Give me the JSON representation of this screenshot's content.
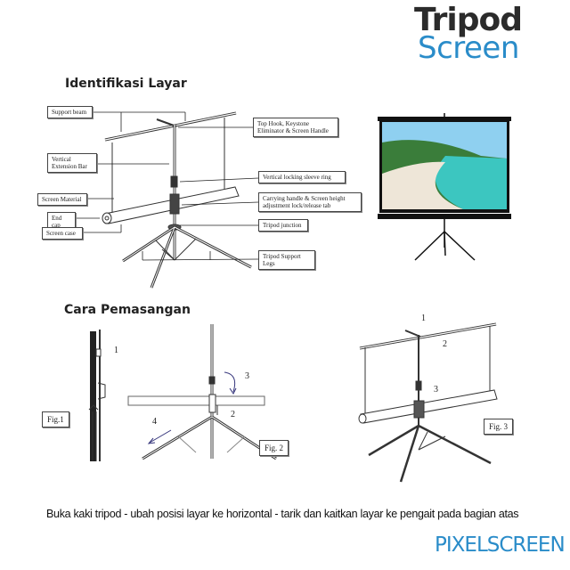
{
  "header": {
    "title_line1": "Tripod",
    "title_line2": "Screen"
  },
  "identification": {
    "heading": "Identifikasi Layar",
    "labels": {
      "support_beam": "Support beam",
      "top_hook": "Top Hook, Keystone Eliminator & Screen Handle",
      "vertical_extension_bar": "Vertical Extension Bar",
      "vertical_locking_ring": "Vertical locking sleeve ring",
      "screen_material": "Screen Material",
      "carrying_handle": "Carrying handle & Screen height adjustment lock/release tab",
      "end_cap": "End cap",
      "tripod_junction": "Tripod junction",
      "screen_case": "Screen case",
      "tripod_legs": "Tripod Support Legs"
    }
  },
  "installation": {
    "heading": "Cara Pemasangan",
    "fig1": {
      "label": "Fig.1",
      "steps": [
        "1"
      ]
    },
    "fig2": {
      "label": "Fig. 2",
      "steps": [
        "3",
        "2",
        "4"
      ]
    },
    "fig3": {
      "label": "Fig. 3",
      "steps": [
        "1",
        "2",
        "3"
      ]
    },
    "caption": "Buka kaki tripod - ubah posisi layar ke horizontal - tarik dan kaitkan layar ke pengait pada bagian atas"
  },
  "brand": {
    "name": "PIXELSCREEN",
    "color": "#2a8cc9"
  },
  "colors": {
    "title_dark": "#2b2b2b",
    "title_blue": "#2a8cc9"
  }
}
